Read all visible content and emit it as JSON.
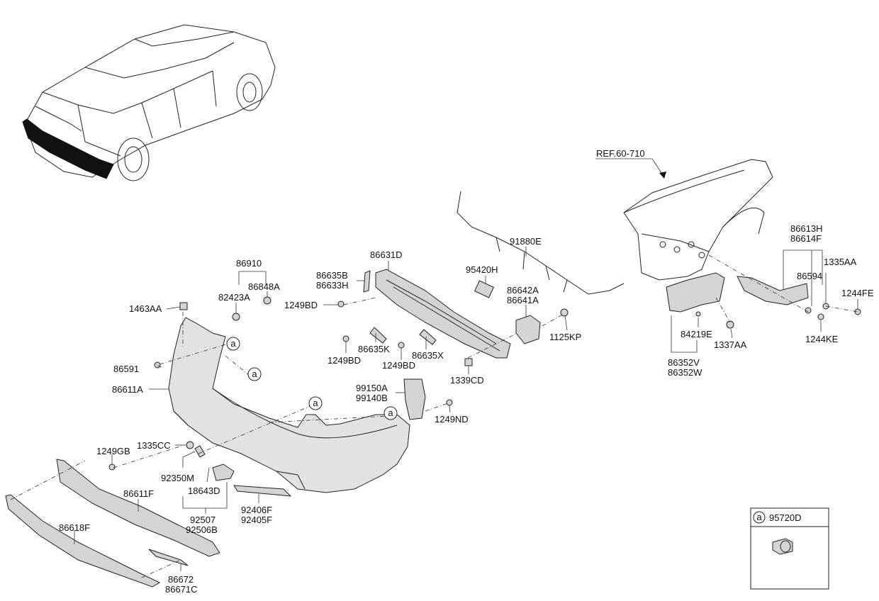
{
  "callout_circle_letter": "a",
  "labels": {
    "ref": "REF.60-710",
    "p86910": "86910",
    "p82423A": "82423A",
    "p86848A": "86848A",
    "p1463AA": "1463AA",
    "p86591": "86591",
    "p86611A": "86611A",
    "p86635B": "86635B",
    "p86633H": "86633H",
    "p86631D": "86631D",
    "p1249BD_a": "1249BD",
    "p1249BD_b": "1249BD",
    "p1249BD_c": "1249BD",
    "p86635K": "86635K",
    "p86635X": "86635X",
    "p95420H": "95420H",
    "p91880E": "91880E",
    "p86642A": "86642A",
    "p86641A": "86641A",
    "p1125KP": "1125KP",
    "p1339CD": "1339CD",
    "p99150A": "99150A",
    "p99140B": "99140B",
    "p1249ND": "1249ND",
    "p1335CC": "1335CC",
    "p1249GB": "1249GB",
    "p92350M": "92350M",
    "p18643D": "18643D",
    "p92507": "92507",
    "p92506B": "92506B",
    "p86611F": "86611F",
    "p86618F": "86618F",
    "p86672": "86672",
    "p86671C": "86671C",
    "p92406F": "92406F",
    "p92405F": "92405F",
    "p84219E": "84219E",
    "p86352V": "86352V",
    "p86352W": "86352W",
    "p1337AA": "1337AA",
    "p86613H": "86613H",
    "p86614F": "86614F",
    "p1335AA": "1335AA",
    "p86594": "86594",
    "p1244FE": "1244FE",
    "p1244KE": "1244KE",
    "p95720D": "95720D"
  }
}
